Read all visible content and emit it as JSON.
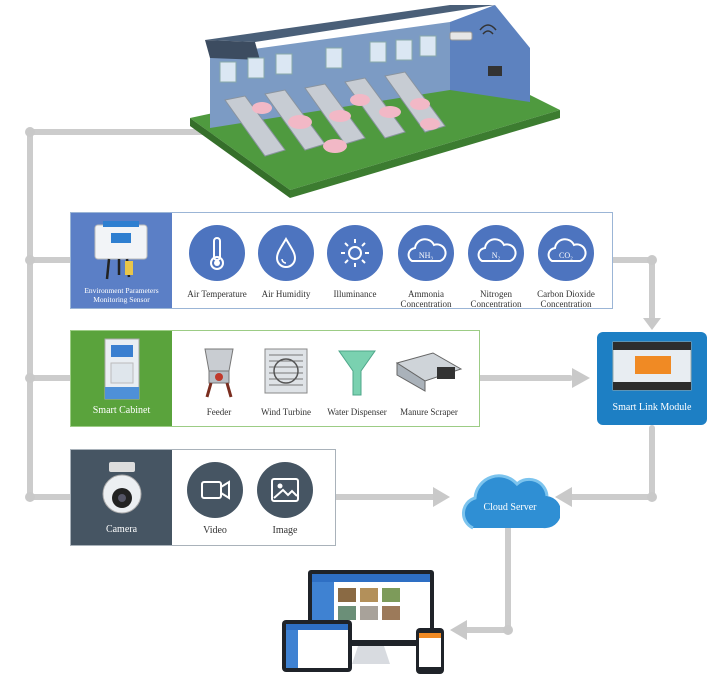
{
  "env_panel": {
    "title": "Environment Parameters Monitoring Sensor",
    "items": [
      {
        "label": "Air Temperature",
        "icon": "thermometer-icon"
      },
      {
        "label": "Air Humidity",
        "icon": "water-drop-icon"
      },
      {
        "label": "Illuminance",
        "icon": "sun-icon"
      },
      {
        "label": "Ammonia Concentration",
        "icon": "nh3-cloud-icon"
      },
      {
        "label": "Nitrogen Concentration",
        "icon": "n2-cloud-icon"
      },
      {
        "label": "Carbon Dioxide Concentration",
        "icon": "co2-cloud-icon"
      }
    ],
    "icon_texts": {
      "nh3": "NH₃",
      "n2": "N₂",
      "co2": "CO₂"
    }
  },
  "cabinet_panel": {
    "title": "Smart Cabinet",
    "items": [
      {
        "label": "Feeder",
        "icon": "feeder-icon"
      },
      {
        "label": "Wind Turbine",
        "icon": "wind-turbine-icon"
      },
      {
        "label": "Water Dispenser",
        "icon": "water-dispenser-icon"
      },
      {
        "label": "Manure Scraper",
        "icon": "manure-scraper-icon"
      }
    ]
  },
  "camera_panel": {
    "title": "Camera",
    "items": [
      {
        "label": "Video",
        "icon": "video-icon"
      },
      {
        "label": "Image",
        "icon": "image-icon"
      }
    ]
  },
  "smart_link": {
    "title": "Smart Link Module"
  },
  "cloud": {
    "title": "Cloud Server"
  },
  "colors": {
    "env_accent": "#5b7fc6",
    "icon_circle": "#4d74bf",
    "cabinet_accent": "#5aa33c",
    "camera_accent": "#465563",
    "link_module": "#1d7fc4",
    "connector": "#c9c9c9"
  }
}
